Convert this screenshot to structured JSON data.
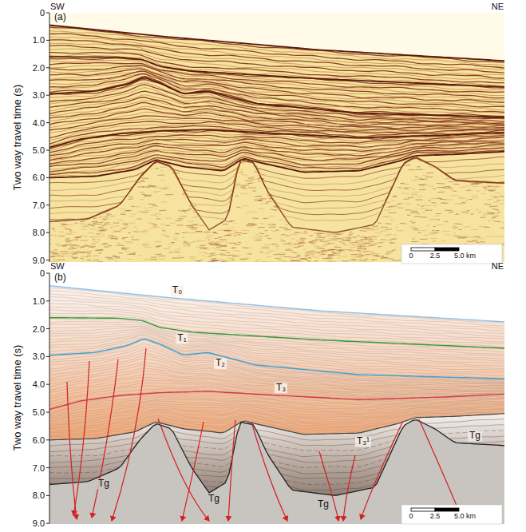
{
  "diagram": {
    "labels": [
      "SW",
      "NE",
      "(a)",
      "Two way travel time (s)",
      "0",
      "1.0",
      "2.0",
      "3.0",
      "4.0",
      "5.0",
      "6.0",
      "7.0",
      "8.0",
      "9.0",
      "0",
      "2.5",
      "5.0 km",
      "SW",
      "NE",
      "(b)",
      "Two way travel time (s)",
      "0",
      "1.0",
      "2.0",
      "3.0",
      "4.0",
      "5.0",
      "6.0",
      "7.0",
      "8.0",
      "9.0",
      "0",
      "2.5",
      "5.0 km",
      "T₀",
      "T₁",
      "T₂",
      "T₃",
      "T₃¹",
      "Tg",
      "Tg",
      "Tg",
      "Tg"
    ]
  }
}
